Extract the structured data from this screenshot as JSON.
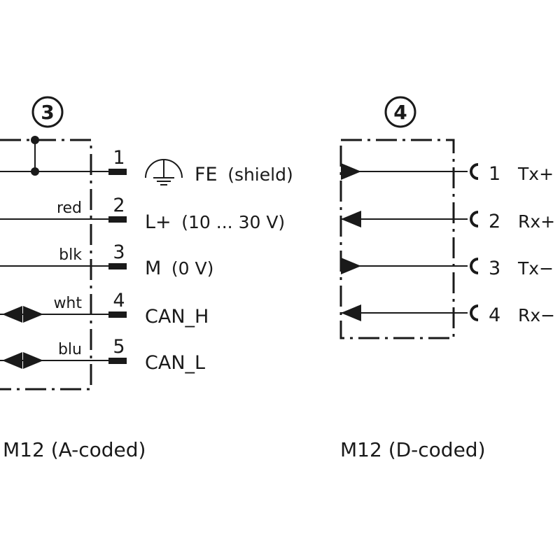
{
  "colors": {
    "ink": "#1a1a1a",
    "background": "#ffffff"
  },
  "left_connector": {
    "marker": "3",
    "caption": "M12 (A-coded)",
    "pins": [
      {
        "number": "1",
        "wire": "",
        "signal": "FE",
        "signal_note": "(shield)",
        "icon": "ground-symbol-icon",
        "terminal": "wire"
      },
      {
        "number": "2",
        "wire": "red",
        "signal": "L+",
        "signal_note": "(10 ... 30 V)",
        "terminal": "wire"
      },
      {
        "number": "3",
        "wire": "blk",
        "signal": "M",
        "signal_note": "(0 V)",
        "terminal": "wire"
      },
      {
        "number": "4",
        "wire": "wht",
        "signal": "CAN_H",
        "signal_note": "",
        "terminal": "bidirectional-arrow"
      },
      {
        "number": "5",
        "wire": "blu",
        "signal": "CAN_L",
        "signal_note": "",
        "terminal": "bidirectional-arrow"
      }
    ]
  },
  "right_connector": {
    "marker": "4",
    "caption": "M12 (D-coded)",
    "pins": [
      {
        "number": "1",
        "signal": "Tx+",
        "direction": "in"
      },
      {
        "number": "2",
        "signal": "Rx+",
        "direction": "out"
      },
      {
        "number": "3",
        "signal": "Tx−",
        "direction": "in"
      },
      {
        "number": "4",
        "signal": "Rx−",
        "direction": "out"
      }
    ]
  }
}
